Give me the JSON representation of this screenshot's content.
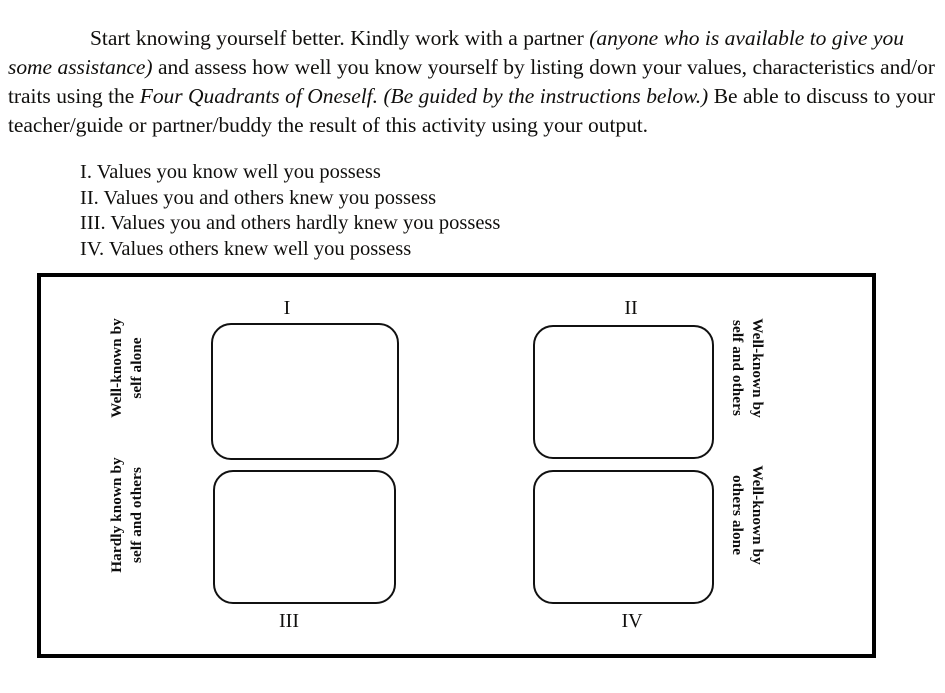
{
  "intro": {
    "segments": [
      {
        "text": "Start knowing yourself better. Kindly work with a partner ",
        "style": "normal"
      },
      {
        "text": "(anyone who is available to give you some assistance)",
        "style": "italic"
      },
      {
        "text": " and assess how well you know yourself by listing down your values, characteristics and/or traits using the ",
        "style": "normal"
      },
      {
        "text": "Four Quadrants of Oneself. (Be guided by the instructions below.)",
        "style": "italic"
      },
      {
        "text": " Be able to discuss to your teacher/guide or partner/buddy the result of this activity using your output.",
        "style": "normal"
      }
    ],
    "part1": "Start knowing yourself better. Kindly work with a partner ",
    "part2_italic": "(anyone who is available to give you some assistance)",
    "part3": " and assess how well you know yourself by listing down your values, characteristics and/or traits using the ",
    "part4_italic": "Four Quadrants of Oneself. (Be guided by the instructions below.)",
    "part5": " Be able to discuss to your teacher/guide or partner/buddy the result of this activity using your output."
  },
  "values_list": [
    {
      "numeral": "I.",
      "text": "Values you know well you possess",
      "full": "I. Values you know well you possess"
    },
    {
      "numeral": "II.",
      "text": "Values you and others knew you possess",
      "full": "II. Values you and others knew you possess"
    },
    {
      "numeral": "III.",
      "text": "Values you and others hardly knew you possess",
      "full": "III. Values you and others hardly knew you possess"
    },
    {
      "numeral": "IV.",
      "text": "Values others knew well you possess",
      "full": "IV. Values others knew well you possess"
    }
  ],
  "diagram": {
    "quadrant_numerals": {
      "q1": "I",
      "q2": "II",
      "q3": "III",
      "q4": "IV"
    },
    "axis_labels": {
      "top_left_line1": "Well-known by",
      "top_left_line2": "self alone",
      "bottom_left_line1": "Hardly known by",
      "bottom_left_line2": "self and others",
      "top_right_line1": "Well-known by",
      "top_right_line2": "self and others",
      "bottom_right_line1": "Well-known by",
      "bottom_right_line2": "others alone"
    }
  },
  "colors": {
    "text": "#100f0d",
    "frame_border": "#000000",
    "box_border": "#111111",
    "background": "#ffffff"
  }
}
